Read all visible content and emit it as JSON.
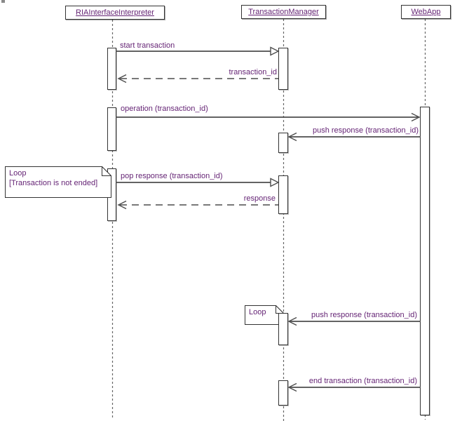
{
  "diagram": {
    "type": "uml-sequence-diagram",
    "background": "#ffffff",
    "line_color": "#4d4d4d",
    "lifeline_color": "#666666",
    "text_color": "#652475",
    "lifelines": [
      {
        "name": "RIAInterfaceInterpreter"
      },
      {
        "name": "TransactionManager"
      },
      {
        "name": "WebApp"
      }
    ],
    "messages": [
      {
        "label": "start transaction",
        "from": "RIAInterfaceInterpreter",
        "to": "TransactionManager",
        "kind": "sync-solid-hollow-triangle"
      },
      {
        "label": "transaction_id",
        "from": "TransactionManager",
        "to": "RIAInterfaceInterpreter",
        "kind": "return-dashed-open"
      },
      {
        "label": "operation (transaction_id)",
        "from": "RIAInterfaceInterpreter",
        "to": "WebApp",
        "kind": "async-solid-open"
      },
      {
        "label": "push response (transaction_id)",
        "from": "WebApp",
        "to": "TransactionManager",
        "kind": "async-solid-open"
      },
      {
        "label": "pop response (transaction_id)",
        "from": "RIAInterfaceInterpreter",
        "to": "TransactionManager",
        "kind": "sync-solid-hollow-triangle"
      },
      {
        "label": "response",
        "from": "TransactionManager",
        "to": "RIAInterfaceInterpreter",
        "kind": "return-dashed-open"
      },
      {
        "label": "push response (transaction_id)",
        "from": "WebApp",
        "to": "TransactionManager",
        "kind": "async-solid-open"
      },
      {
        "label": "end transaction (transaction_id)",
        "from": "WebApp",
        "to": "TransactionManager",
        "kind": "async-solid-open"
      }
    ],
    "notes": [
      {
        "title": "Loop",
        "body": "[Transaction is not ended]"
      },
      {
        "title": "Loop",
        "body": ""
      }
    ]
  }
}
